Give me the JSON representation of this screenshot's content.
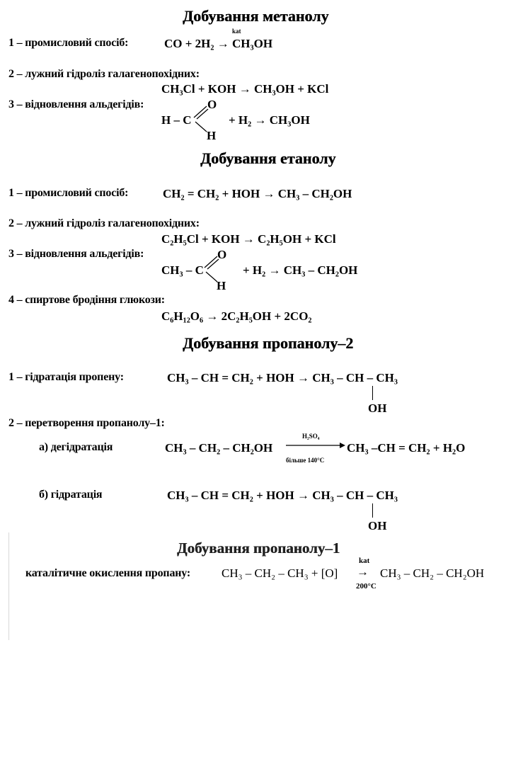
{
  "methanol": {
    "title": "Добування метанолу",
    "m1_label": "1 – промисловий спосіб:",
    "m1_formula": "CO  +  2H₂  →  CH₃OH",
    "m1_kat": "kat",
    "m2_label": "2 – лужний гідроліз галагенопохідних:",
    "m2_formula": "CH₃Cl  +  KOH  →  CH₃OH  +  KCl",
    "m3_label": "3 – відновлення альдегідів:",
    "m3_o": "O",
    "m3_hc": "H – C",
    "m3_h": "H",
    "m3_rest": "+  H₂  →  CH₃OH"
  },
  "ethanol": {
    "title": "Добування етанолу",
    "m1_label": "1 – промисловий спосіб:",
    "m1_formula": "CH₂ = CH₂  +  HOH  →  CH₃ – CH₂OH",
    "m2_label": "2 – лужний гідроліз галагенопохідних:",
    "m2_formula": "C₂H₅Cl  +  KOH  →  C₂H₅OH  +  KCl",
    "m3_label": "3 – відновлення альдегідів:",
    "m3_o": "O",
    "m3_ch": "CH₃ – C",
    "m3_h": "H",
    "m3_rest": "+  H₂  →  CH₃ – CH₂OH",
    "m4_label": "4 – спиртове бродіння глюкози:",
    "m4_formula": "C₆H₁₂O₆  →  2C₂H₅OH  +  2CO₂"
  },
  "propanol2": {
    "title": "Добування пропанолу–2",
    "m1_label": "1 – гідратація пропену:",
    "m1_formula": "CH₃ – CH = CH₂  +  HOH  →  CH₃ – CH – CH₃",
    "m1_oh": "OH",
    "m2_label": "2 – перетворення пропанолу–1:",
    "a_label": "а) дегідратація",
    "a_left": "CH₃ – CH₂ – CH₂OH",
    "a_top": "H₂SO₄",
    "a_bottom": "більше  140°C",
    "a_right": "CH₃ –CH = CH₂  +  H₂O",
    "b_label": "б) гідратація",
    "b_formula": "CH₃ – CH = CH₂  +  HOH  →  CH₃ – CH – CH₃",
    "b_oh": "OH"
  },
  "propanol1": {
    "title": "Добування пропанолу–1",
    "label": "каталітичне окислення пропану:",
    "left": "CH₃ – CH₂ – CH₃  +  [O]",
    "arrow": "→",
    "kat": "kat",
    "temp": "200°C",
    "right": "CH₃ – CH₂ – CH₂OH"
  }
}
